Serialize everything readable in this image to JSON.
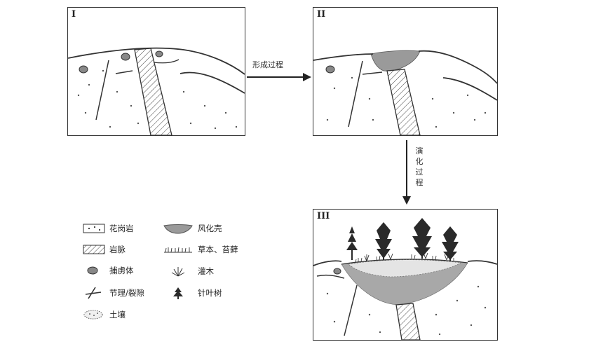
{
  "panels": {
    "p1": {
      "label": "I"
    },
    "p2": {
      "label": "II"
    },
    "p3": {
      "label": "III"
    }
  },
  "arrows": {
    "formation": "形成过程",
    "evolution": [
      "演",
      "化",
      "过",
      "程"
    ]
  },
  "legend": {
    "granite": "花岗岩",
    "dike": "岩脉",
    "xenolith": "捕虏体",
    "joint": "节理/裂隙",
    "soil": "土壤",
    "weathering_crust": "风化壳",
    "herbs_moss": "草本、苔藓",
    "shrub": "灌木",
    "conifer": "针叶树"
  },
  "colors": {
    "line": "#333333",
    "crust": "#9a9a9a",
    "tree": "#2a2a2a"
  }
}
